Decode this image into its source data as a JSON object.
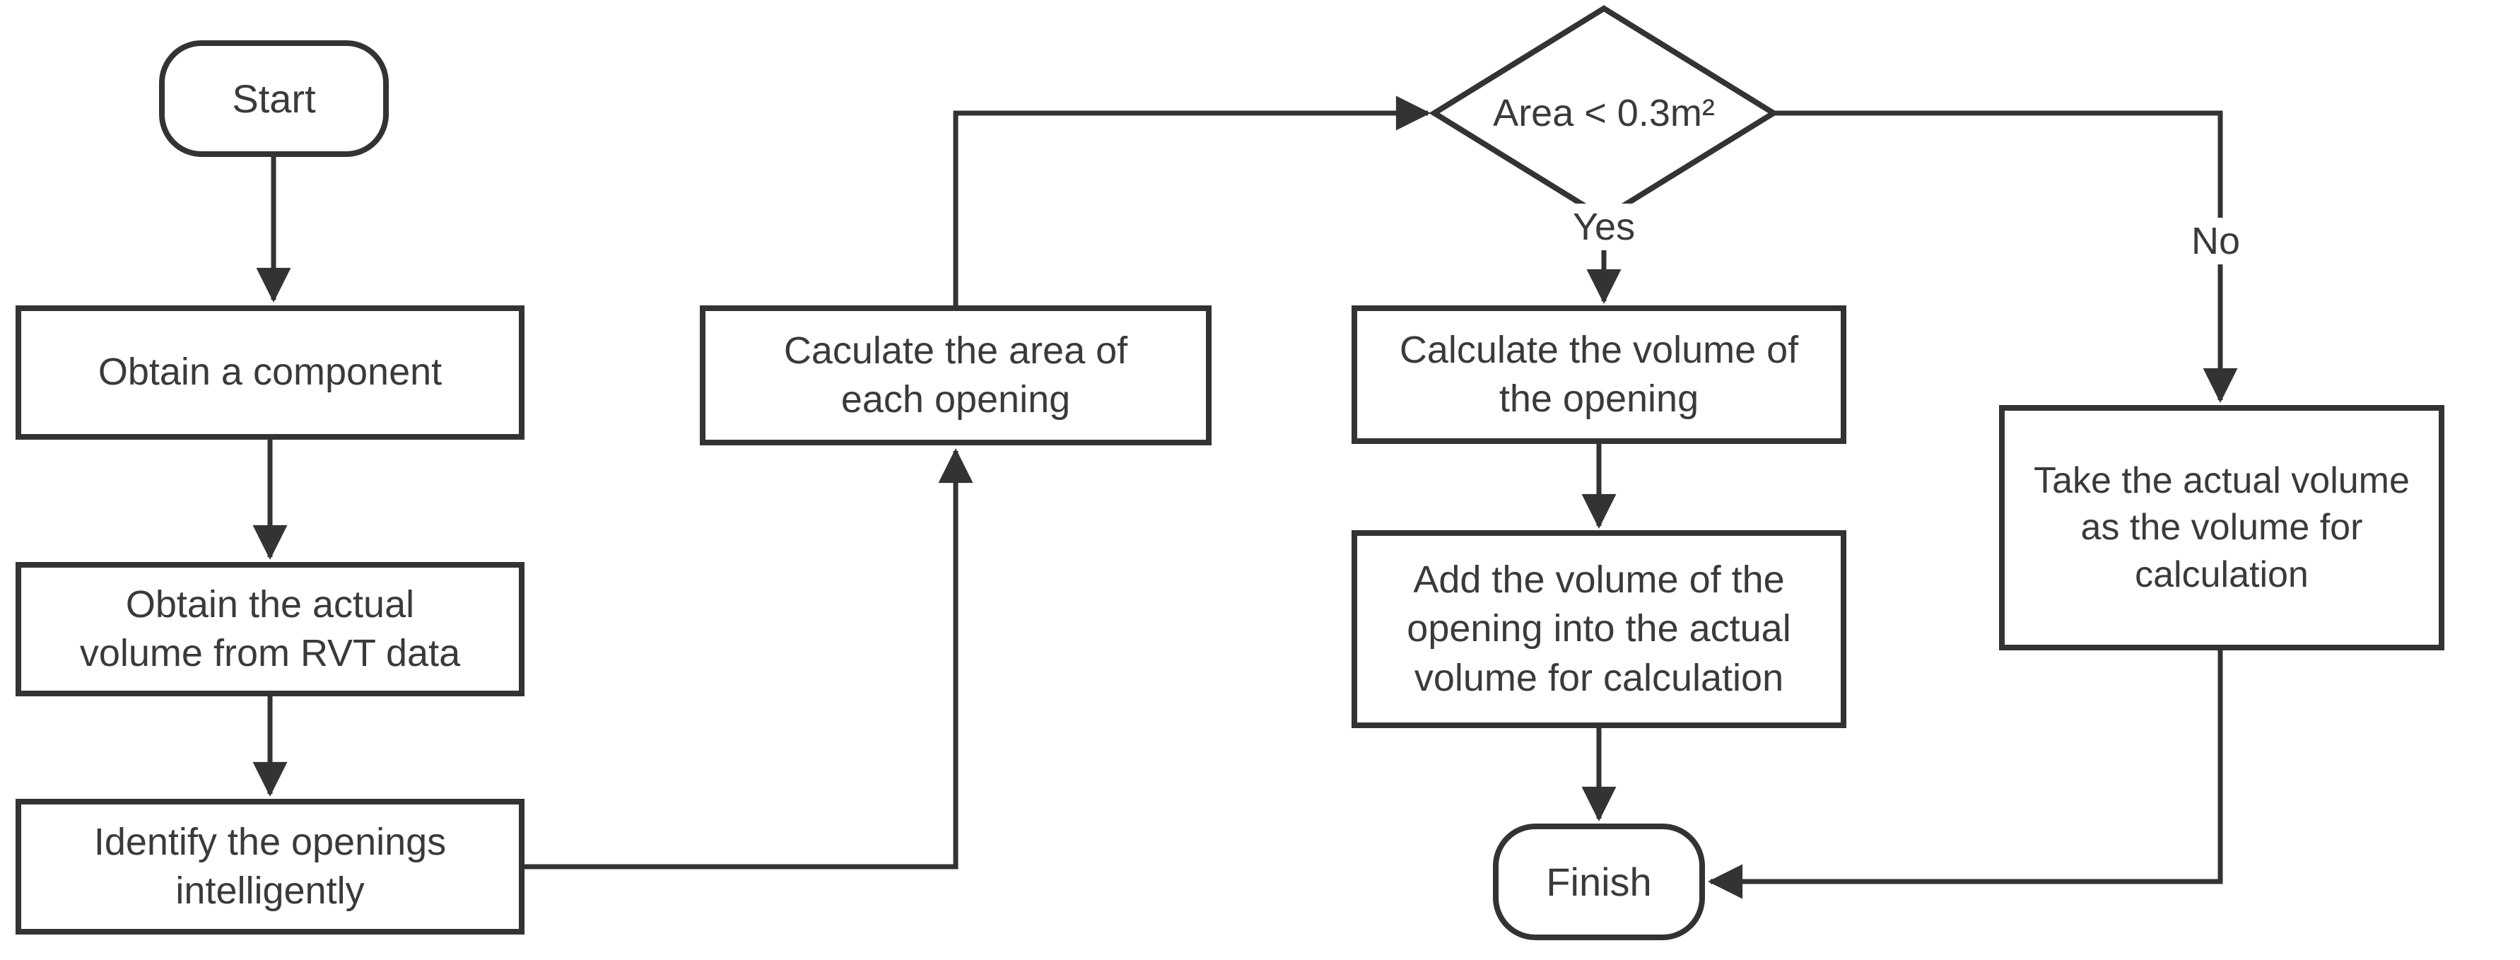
{
  "diagram": {
    "title": "Opening volume calculation flowchart",
    "colors": {
      "background": "#ffffff",
      "stroke": "#333336",
      "text": "#3a3a3c"
    },
    "nodes": {
      "start": {
        "type": "terminator",
        "label": "Start"
      },
      "obtain_component": {
        "type": "process",
        "label": "Obtain a component"
      },
      "obtain_volume": {
        "type": "process",
        "label": "Obtain the actual\nvolume from RVT data"
      },
      "identify_openings": {
        "type": "process",
        "label": "Identify the openings\nintelligently"
      },
      "calc_area": {
        "type": "process",
        "label": "Caculate the area of\neach opening"
      },
      "area_decision": {
        "type": "decision",
        "label": "Area < 0.3m²"
      },
      "calc_volume": {
        "type": "process",
        "label": "Calculate the volume of\nthe opening"
      },
      "add_volume": {
        "type": "process",
        "label": "Add the volume of the\nopening into the actual\nvolume for calculation"
      },
      "take_actual": {
        "type": "process",
        "label": "Take the actual volume\nas the volume for\ncalculation"
      },
      "finish": {
        "type": "terminator",
        "label": "Finish"
      }
    },
    "edges": {
      "yes_label": "Yes",
      "no_label": "No"
    }
  }
}
